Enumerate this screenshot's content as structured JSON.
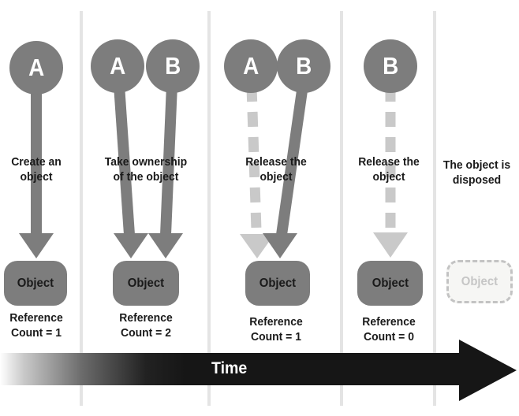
{
  "colors": {
    "actor_gray": "#7d7d7d",
    "released_gray": "#c9c9c9",
    "divider_gray": "#e4e4e4",
    "text_black": "#1a1a1a",
    "disposed_border": "#c3c3c3",
    "disposed_fill": "#f6f6f4",
    "disposed_text": "#c6c6c6",
    "time_bar_black": "#161616",
    "time_text_white": "#ffffff"
  },
  "panels": [
    {
      "actors": [
        "A"
      ],
      "label": "Create an\nobject",
      "object_label": "Object",
      "ref_count": "Reference\nCount = 1"
    },
    {
      "actors": [
        "A",
        "B"
      ],
      "label": "Take ownership\nof the object",
      "object_label": "Object",
      "ref_count": "Reference\nCount = 2"
    },
    {
      "actors": [
        "A",
        "B"
      ],
      "label": "Release the\nobject",
      "object_label": "Object",
      "ref_count": "Reference\nCount = 1"
    },
    {
      "actors": [
        "B"
      ],
      "label": "Release the\nobject",
      "object_label": "Object",
      "ref_count": "Reference\nCount = 0"
    },
    {
      "actors": [],
      "label": "The object is\ndisposed",
      "object_label": "Object",
      "ref_count": ""
    }
  ],
  "timeline": {
    "label": "Time"
  }
}
